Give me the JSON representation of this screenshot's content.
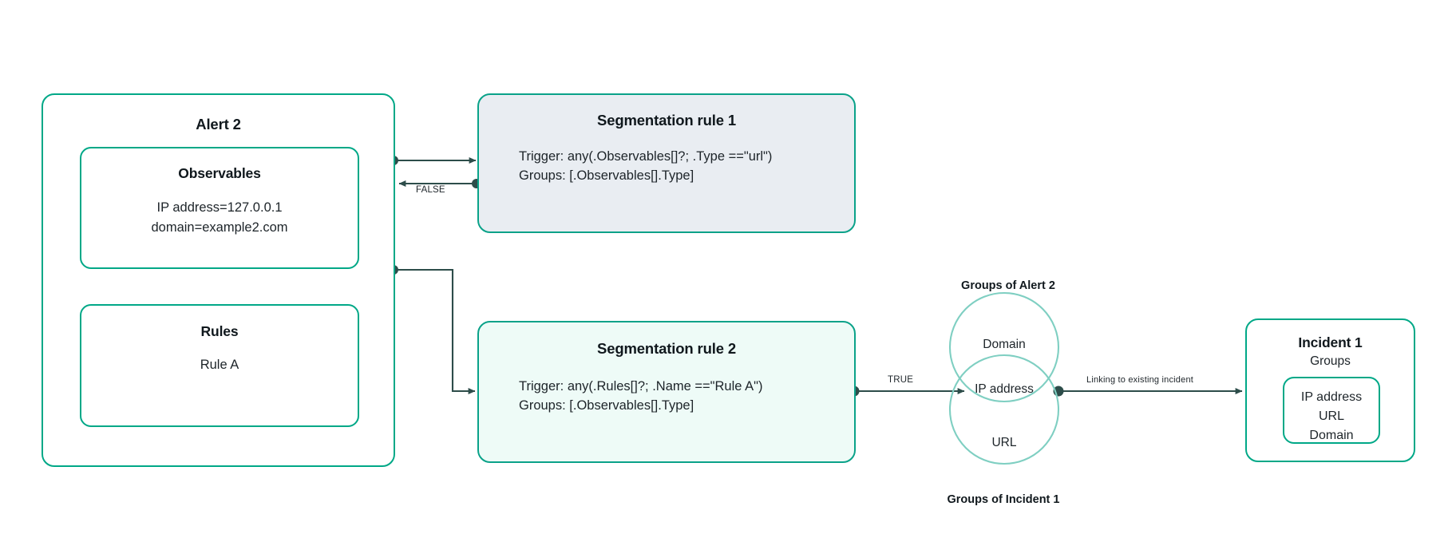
{
  "diagram": {
    "alert": {
      "title": "Alert 2",
      "observables": {
        "title": "Observables",
        "lines": "IP address=127.0.0.1\ndomain=example2.com"
      },
      "rules": {
        "title": "Rules",
        "lines": "Rule A"
      }
    },
    "segmentation_rule_1": {
      "title": "Segmentation rule 1",
      "trigger": "Trigger: any(.Observables[]?; .Type ==\"url\")",
      "groups": "Groups: [.Observables[].Type]",
      "fill": "#e9edf2",
      "border": "#0aa289"
    },
    "segmentation_rule_2": {
      "title": "Segmentation rule 2",
      "trigger": "Trigger: any(.Rules[]?; .Name ==\"Rule A\")",
      "groups": "Groups: [.Observables[].Type]",
      "fill": "#eefbf7",
      "border": "#0aa289"
    },
    "edges": {
      "false_label": "FALSE",
      "true_label": "TRUE",
      "linking_label": "Linking to existing incident"
    },
    "venn": {
      "caption_top": "Groups of Alert 2",
      "caption_bottom": "Groups of Incident 1",
      "top_label": "Domain",
      "intersection_label": "IP address",
      "bottom_label": "URL",
      "circle_color": "#7fcfc2"
    },
    "incident": {
      "title": "Incident 1",
      "subtitle": "Groups",
      "groups_lines": "IP address\nURL\nDomain"
    },
    "colors": {
      "teal": "#00a887",
      "dark_wire": "#2d4d4a",
      "text": "#1d2429"
    }
  }
}
